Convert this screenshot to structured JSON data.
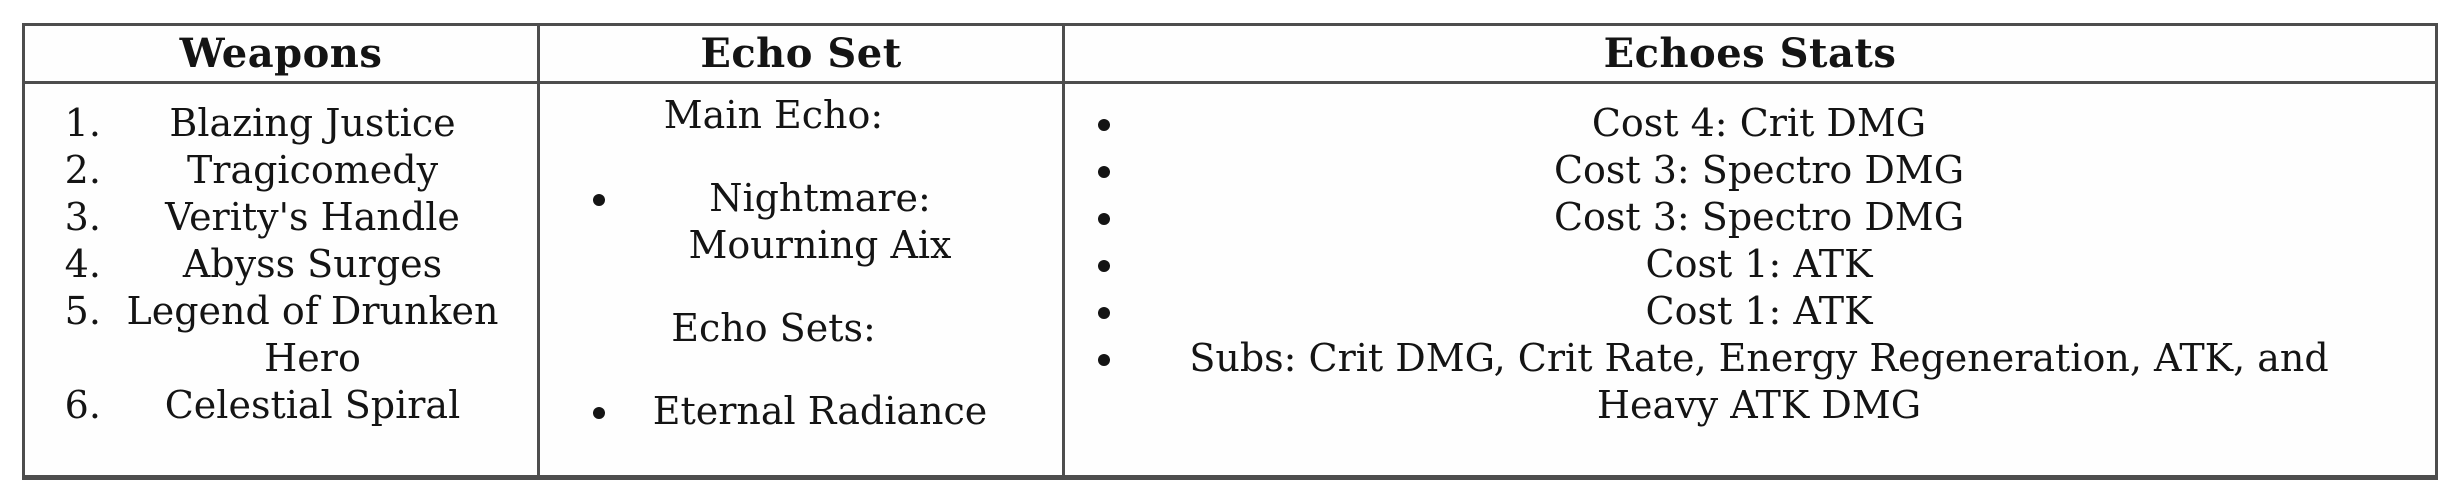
{
  "colors": {
    "border": "#4d4d4d",
    "text": "#141414",
    "background": "#ffffff"
  },
  "table": {
    "headers": {
      "weapons": "Weapons",
      "echo_set": "Echo Set",
      "echoes_stats": "Echoes Stats"
    },
    "weapons": {
      "items": [
        "Blazing Justice",
        "Tragicomedy",
        "Verity's Handle",
        "Abyss Surges",
        "Legend of Drunken Hero",
        "Celestial Spiral"
      ]
    },
    "echo_set": {
      "main_echo_label": "Main Echo:",
      "main_echo_item": "Nightmare: Mourning Aix",
      "echo_sets_label": "Echo Sets:",
      "echo_sets_item": "Eternal Radiance"
    },
    "echoes_stats": {
      "items": [
        "Cost 4: Crit DMG",
        "Cost 3: Spectro DMG",
        "Cost 3: Spectro DMG",
        "Cost 1: ATK",
        "Cost 1: ATK",
        "Subs: Crit DMG, Crit Rate, Energy Regeneration, ATK, and Heavy ATK DMG"
      ]
    }
  }
}
